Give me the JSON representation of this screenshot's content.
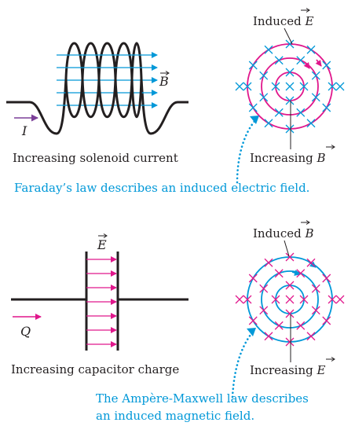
{
  "colors": {
    "ink": "#231f20",
    "field_blue": "#0098d8",
    "magenta": "#e0178c",
    "purple": "#7b3f98"
  },
  "panel_top": {
    "b_field_label": "B",
    "current_label": "I",
    "solenoid_caption": "Increasing solenoid current",
    "induced_label_prefix": "Induced ",
    "induced_label_vector": "E",
    "increasing_label_prefix": "Increasing ",
    "increasing_label_vector": "B",
    "law_caption": "Faraday’s law describes an induced electric field."
  },
  "panel_bottom": {
    "e_field_label": "E",
    "charge_label": "Q",
    "capacitor_caption": "Increasing capacitor charge",
    "induced_label_prefix": "Induced ",
    "induced_label_vector": "B",
    "increasing_label_prefix": "Increasing ",
    "increasing_label_vector": "E",
    "law_caption_line1": "The Ampère-Maxwell law describes",
    "law_caption_line2": "an induced magnetic field."
  }
}
